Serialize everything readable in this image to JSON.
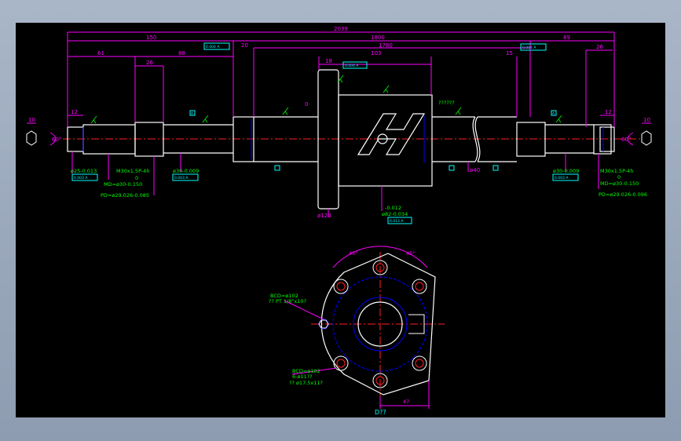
{
  "colors": {
    "outline": "#ffffff",
    "dimension": "#ff00ff",
    "annotation": "#00ff00",
    "center": "#ff2020",
    "hidden": "#0000ff",
    "datum": "#00ffff",
    "background": "#000000"
  },
  "dims": {
    "total_length": "2039",
    "left_150": "150",
    "mid_1800": "1800",
    "right_89": "89",
    "left_61": "61",
    "left_26": "26",
    "left_88": "88",
    "left_20": "20",
    "mid_1780": "1780",
    "right_15": "15",
    "right_26": "26",
    "nut_18": "18",
    "nut_103": "103",
    "left_12": "12",
    "right_12": "12",
    "left_10": "10",
    "right_10": "10",
    "angle_left": "60°",
    "angle_right": "60°",
    "dia_40": "ø40",
    "dia_124": "ø124",
    "tol_zero": "0",
    "flange_zero": "0"
  },
  "notes": {
    "left_dia25": "ø25-0.013",
    "left_thread": "M30x1.5P-4h",
    "left_md_zero": "0",
    "left_md": "MD=ø30-0.150",
    "left_pd": "PD=ø29.026-0.085",
    "left_dia30": "ø30-0.009",
    "right_dia30": "ø30-0.009",
    "right_thread": "M30x1.5P-4h",
    "right_md_zero": "0",
    "right_md": "MD=ø30-0.150",
    "right_pd": "PD=ø29.026-0.096",
    "nut_tol_top": "-0.012",
    "nut_dia": "ø82-0.034",
    "question": "??????",
    "bcd_top": "BCD=ø102",
    "bcd_top_thread": "?? PT 1/8\"x10?",
    "bcd_bottom": "BCD=ø102",
    "bcd_bottom_holes": "6-ø11??",
    "bcd_bottom_cbore": "?? ø17.5x11?",
    "angle_45_left": "45°",
    "angle_45_right": "45°",
    "dim_47": "47",
    "view_label": "D??"
  },
  "boxes": {
    "left_box_label": "0.004 A",
    "right_box_label": "0.004 A",
    "left_fcf": "0.003 A",
    "mid_fcf": "0.003 A",
    "right_fcf": "0.003 A",
    "nut_fcf": "0.004 A",
    "nut_fcf_bottom": "0.013 A",
    "datum_a": "A"
  }
}
